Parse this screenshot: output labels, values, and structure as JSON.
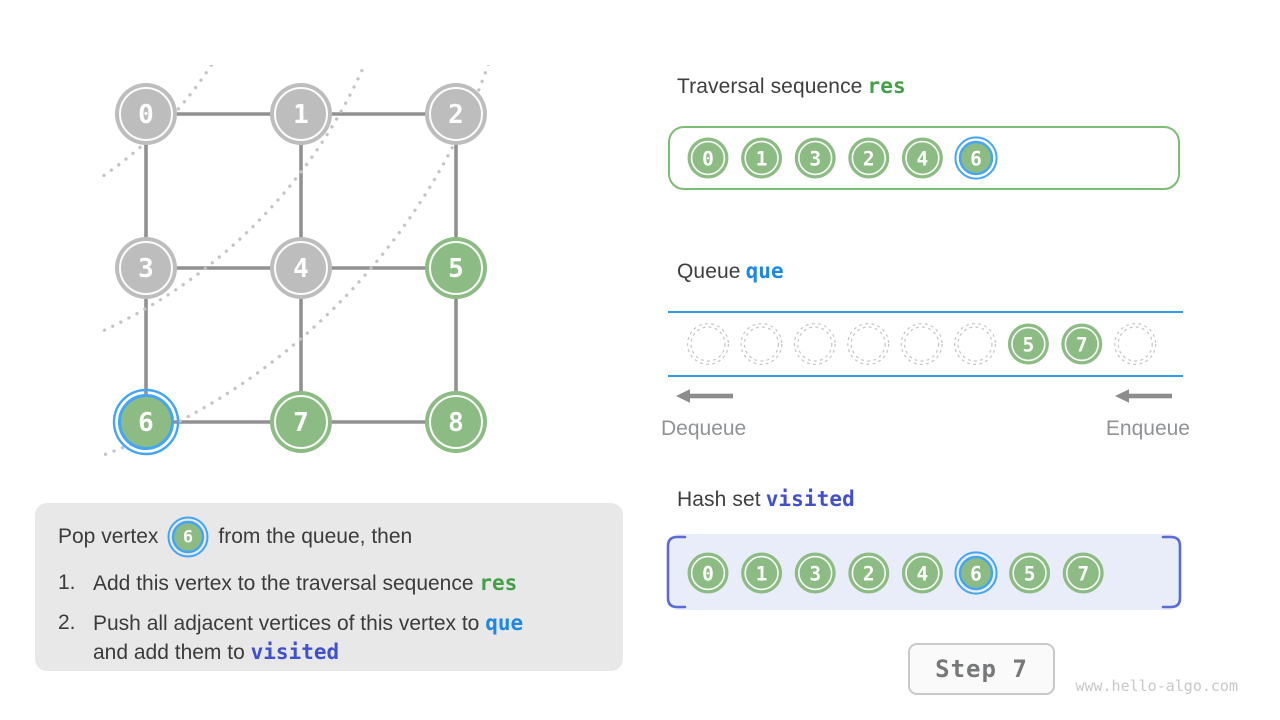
{
  "colors": {
    "green": "#8cbc84",
    "gray_node": "#bdbdbd",
    "edge": "#919191",
    "arc_dots": "#c4c4c4",
    "highlight_blue": "#42a5f5",
    "res_green": "#43a047",
    "que_blue": "#1d87e4",
    "visited_indigo": "#4150cc",
    "visited_bracket": "#5b6bd5",
    "visited_bg": "#e9edf9",
    "res_box_border": "#7cbd76",
    "queue_line_blue": "#2f9bf1",
    "explain_bg": "#e8e8e8",
    "title_text": "#3e3e3e",
    "muted_text": "#909396",
    "circle_digit": "#ffffff"
  },
  "graph": {
    "nodes": [
      {
        "id": "0",
        "state": "gray"
      },
      {
        "id": "1",
        "state": "gray"
      },
      {
        "id": "2",
        "state": "gray"
      },
      {
        "id": "3",
        "state": "gray"
      },
      {
        "id": "4",
        "state": "gray"
      },
      {
        "id": "5",
        "state": "green"
      },
      {
        "id": "6",
        "state": "green-highlight"
      },
      {
        "id": "7",
        "state": "green"
      },
      {
        "id": "8",
        "state": "green"
      }
    ],
    "edges": [
      [
        0,
        1
      ],
      [
        1,
        2
      ],
      [
        0,
        3
      ],
      [
        1,
        4
      ],
      [
        2,
        5
      ],
      [
        3,
        4
      ],
      [
        4,
        5
      ],
      [
        3,
        6
      ],
      [
        4,
        7
      ],
      [
        5,
        8
      ],
      [
        6,
        7
      ],
      [
        7,
        8
      ]
    ],
    "wavefront_radii": [
      395,
      530,
      645
    ],
    "wavefront_center": [
      -120,
      -150
    ]
  },
  "traversal": {
    "label": "Traversal sequence",
    "var": "res",
    "items": [
      {
        "v": "0"
      },
      {
        "v": "1"
      },
      {
        "v": "3"
      },
      {
        "v": "2"
      },
      {
        "v": "4"
      },
      {
        "v": "6",
        "highlight": true
      }
    ]
  },
  "queue": {
    "label": "Queue",
    "var": "que",
    "slots": [
      {
        "v": null
      },
      {
        "v": null
      },
      {
        "v": null
      },
      {
        "v": null
      },
      {
        "v": null
      },
      {
        "v": null
      },
      {
        "v": "5"
      },
      {
        "v": "7"
      },
      {
        "v": null
      }
    ],
    "dequeue_label": "Dequeue",
    "enqueue_label": "Enqueue"
  },
  "visited": {
    "label": "Hash set",
    "var": "visited",
    "items": [
      {
        "v": "0"
      },
      {
        "v": "1"
      },
      {
        "v": "3"
      },
      {
        "v": "2"
      },
      {
        "v": "4"
      },
      {
        "v": "6",
        "highlight": true
      },
      {
        "v": "5"
      },
      {
        "v": "7"
      }
    ]
  },
  "explanation": {
    "intro_prefix": "Pop vertex",
    "intro_vertex": "6",
    "intro_suffix": "from the queue, then",
    "items": [
      {
        "num": "1.",
        "lines": [
          [
            {
              "t": "Add this vertex to the traversal sequence "
            },
            {
              "t": "res",
              "c": "res"
            }
          ]
        ]
      },
      {
        "num": "2.",
        "lines": [
          [
            {
              "t": "Push all adjacent vertices of this vertex to "
            },
            {
              "t": "que",
              "c": "que"
            }
          ],
          [
            {
              "t": "and add them to "
            },
            {
              "t": "visited",
              "c": "visited"
            }
          ]
        ]
      }
    ]
  },
  "step": {
    "label": "Step 7"
  },
  "watermark": "www.hello-algo.com"
}
